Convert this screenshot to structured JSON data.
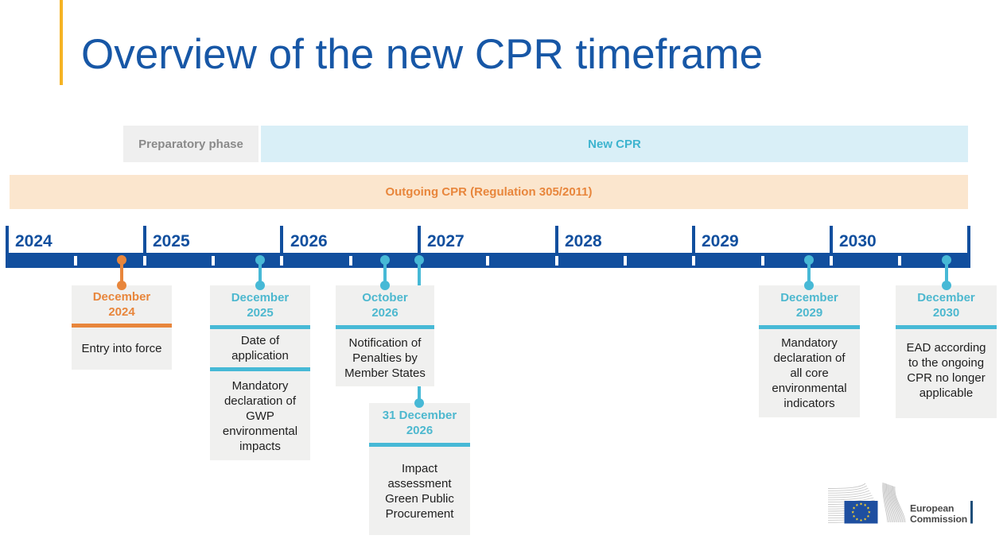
{
  "slide": {
    "title": "Overview of the new CPR timeframe"
  },
  "phases": {
    "preparatory": "Preparatory phase",
    "new_cpr": "New CPR",
    "outgoing": "Outgoing CPR (Regulation 305/2011)"
  },
  "timeline": {
    "years": [
      "2024",
      "2025",
      "2026",
      "2027",
      "2028",
      "2029",
      "2030"
    ],
    "events": [
      {
        "date": "December 2024",
        "theme": "orange",
        "sections": [
          "Entry into force"
        ]
      },
      {
        "date": "December 2025",
        "theme": "teal",
        "sections": [
          "Date of application",
          "Mandatory declaration of GWP environmental impacts"
        ]
      },
      {
        "date": "October 2026",
        "theme": "teal",
        "sections": [
          "Notification of Penalties by Member States"
        ]
      },
      {
        "date": "31 December 2026",
        "theme": "teal",
        "sections": [
          "Impact assessment Green Public Procurement"
        ]
      },
      {
        "date": "December 2029",
        "theme": "teal",
        "sections": [
          "Mandatory declaration of all core environmental indicators"
        ]
      },
      {
        "date": "December 2030",
        "theme": "teal",
        "sections": [
          "EAD according to the ongoing CPR no longer applicable"
        ]
      }
    ]
  },
  "logo": {
    "line1": "European",
    "line2": "Commission"
  },
  "colors": {
    "title-blue": "#1757A6",
    "navy": "#114F9E",
    "teal": "#3EB4CF",
    "teal-marker": "#47B9D6",
    "teal-text": "#4DB8CF",
    "orange": "#E8863C",
    "gold": "#F5B324",
    "peach-bg": "#FBE6CE",
    "paleblue-bg": "#D9EFF7",
    "gray-bg": "#EFEFEF",
    "gray-text": "#8A8A8A",
    "box-bg": "#F0F0EF",
    "ink": "#1E1E1E",
    "flag-blue": "#1E4FA0",
    "star-gold": "#F8D12E",
    "logo-gray": "#C9C9C9",
    "logo-text": "#484848",
    "logo-bar": "#1F4E79"
  }
}
